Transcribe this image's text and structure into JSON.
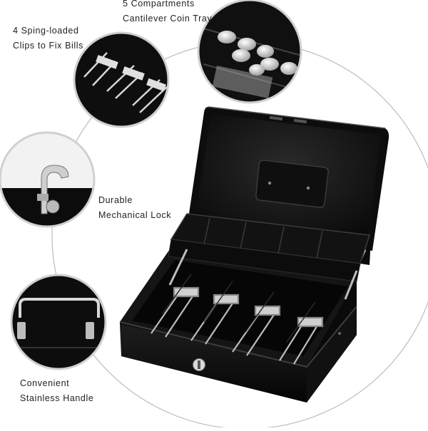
{
  "callouts": {
    "compartments": {
      "line1": "5 Compartments",
      "line2": "Cantilever Coin Tray"
    },
    "clips": {
      "line1": "4 Sping-loaded",
      "line2": "Clips to Fix Bills"
    },
    "lock": {
      "line1": "Durable",
      "line2": "Mechanical Lock"
    },
    "handle": {
      "line1": "Convenient",
      "line2": "Stainless Handle"
    }
  },
  "product": {
    "name": "cash-box",
    "color": "#141414",
    "accent": "#c9c9c9",
    "coin_compartments": 5,
    "bill_clips": 4
  },
  "icons": [
    "lock-icon",
    "handle-icon",
    "clip-icon",
    "coin-icon"
  ]
}
